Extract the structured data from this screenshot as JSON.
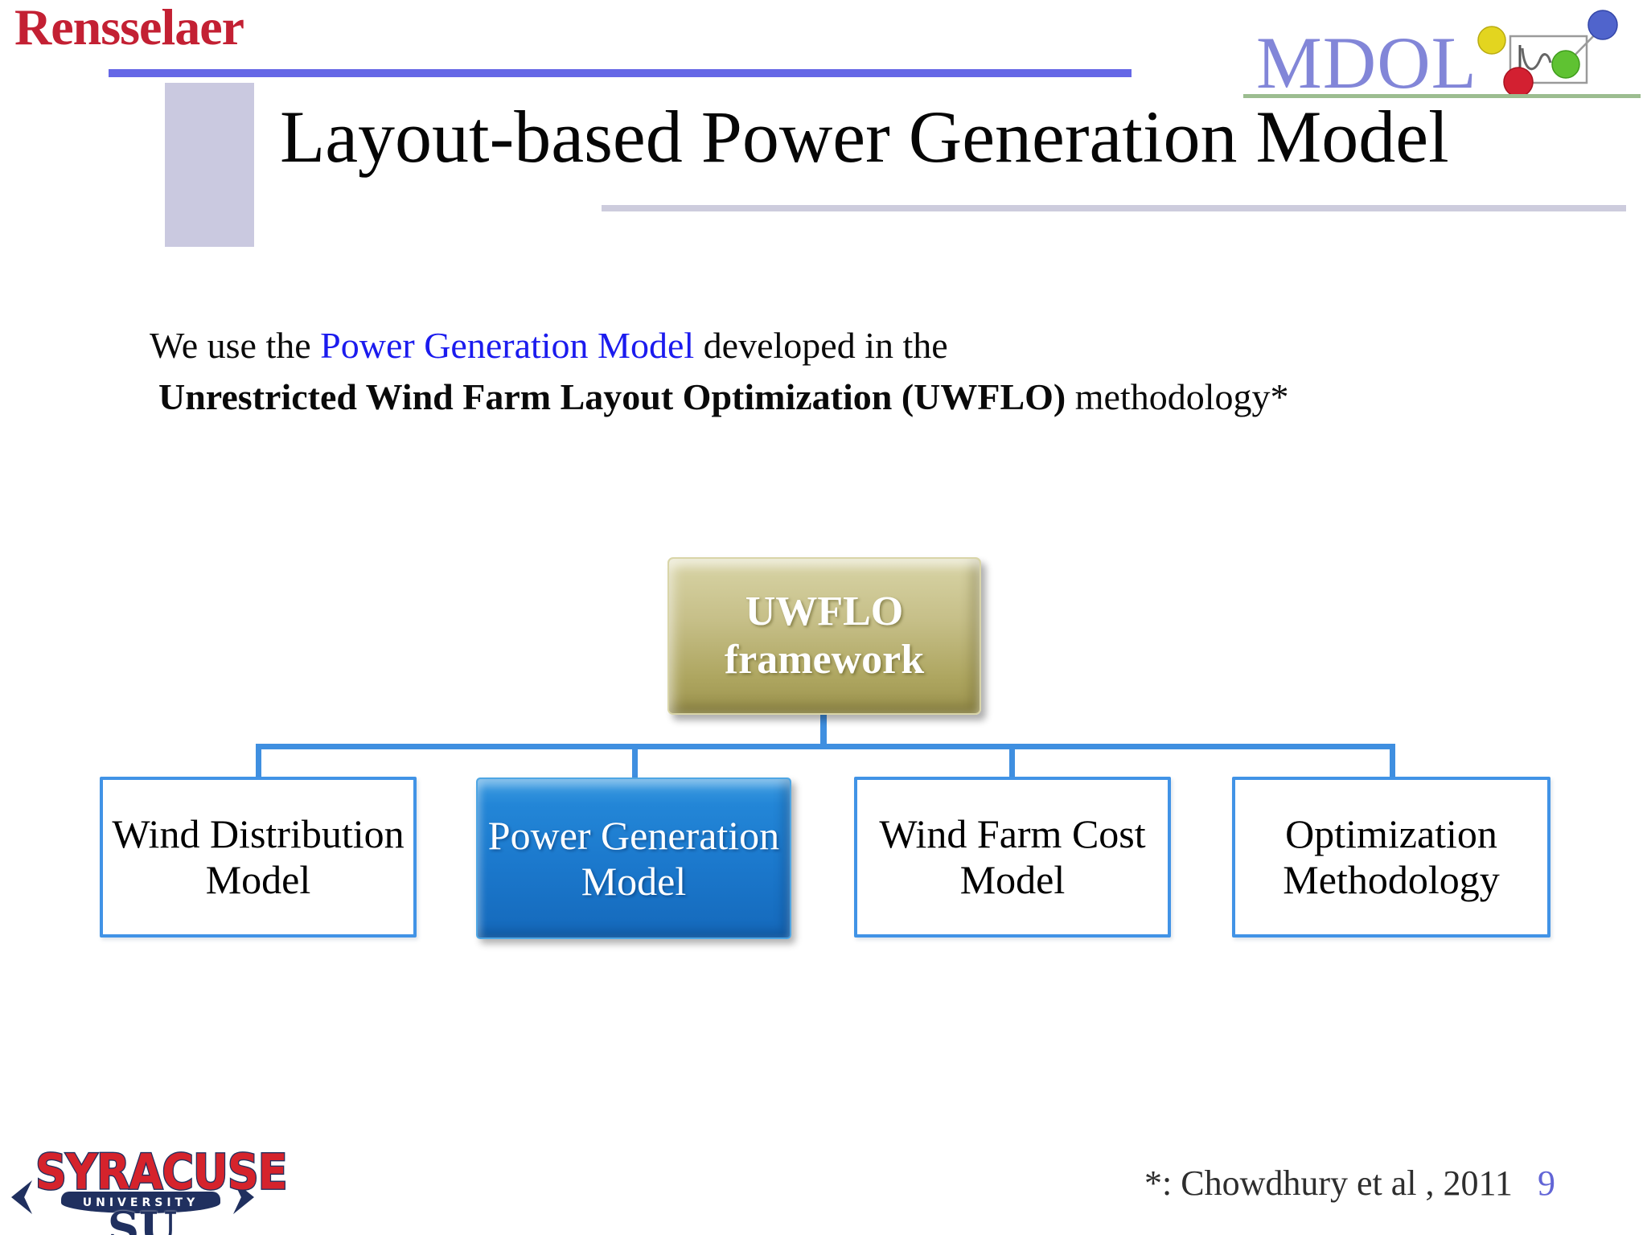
{
  "slide": {
    "title": "Layout-based Power Generation Model",
    "page_number": "9",
    "footnote": "*: Chowdhury et al , 2011"
  },
  "logos": {
    "rensselaer": "Rensselaer",
    "mdol": "MDOL",
    "syracuse_wordmark": "SYRACUSE",
    "syracuse_sub": "UNIVERSITY",
    "syracuse_monogram": "SU"
  },
  "body": {
    "line1_prefix": "We use the ",
    "line1_highlight": "Power Generation Model",
    "line1_suffix": " developed in the",
    "line2_bold": "Unrestricted Wind Farm Layout Optimization (UWFLO)",
    "line2_suffix": " methodology*"
  },
  "diagram": {
    "root": {
      "line1": "UWFLO",
      "line2": "framework"
    },
    "children": [
      {
        "line1": "Wind Distribution",
        "line2": "Model",
        "highlighted": false
      },
      {
        "line1": "Power Generation",
        "line2": "Model",
        "highlighted": true
      },
      {
        "line1": "Wind Farm Cost",
        "line2": "Model",
        "highlighted": false
      },
      {
        "line1": "Optimization",
        "line2": "Methodology",
        "highlighted": false
      }
    ]
  },
  "colors": {
    "accent-line": "#6567e6",
    "title-underline": "#cdccdd",
    "title-block": "#cac9e0",
    "body-highlight-blue": "#1b1bee",
    "rensselaer-red": "#c32033",
    "mdol-purple": "#8286d8",
    "mdol-underline-green": "#9cbd90",
    "mdol-ball-yellow": "#e3d51f",
    "mdol-ball-blue": "#5064cc",
    "mdol-ball-green": "#5fc232",
    "mdol-ball-red": "#d32031",
    "connector-blue": "#3f8fe0",
    "box-border-blue": "#4193e6",
    "root-box-top": "#d8d4a6",
    "root-box-bottom": "#9c934f",
    "highlight-box-top": "#3e9de2",
    "highlight-box-bottom": "#1569bb",
    "syracuse-red": "#d5232c",
    "syracuse-navy": "#20305f",
    "page-number-blue": "#6265d6",
    "footnote-gray": "#2e2e2e"
  }
}
